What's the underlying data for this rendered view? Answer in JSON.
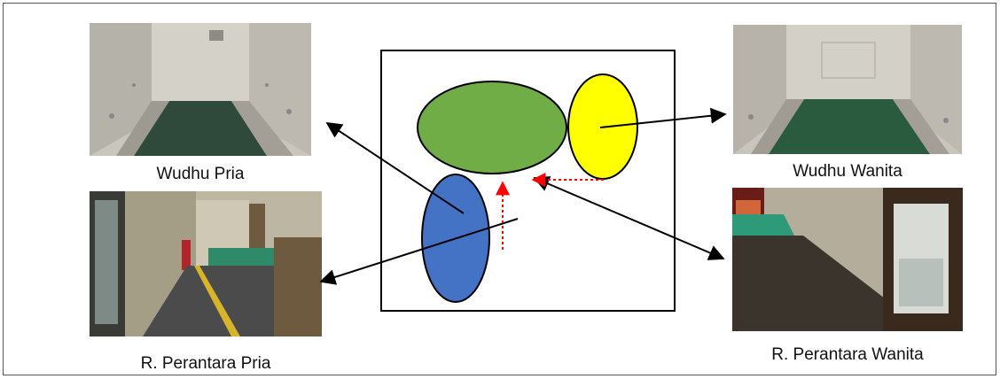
{
  "captions": {
    "wudhu_pria": "Wudhu Pria",
    "wudhu_wanita": "Wudhu Wanita",
    "perantara_pria": "R. Perantara Pria",
    "perantara_wanita": "R. Perantara Wanita"
  },
  "colors": {
    "green_area": "#70AD47",
    "yellow_area": "#FFFF00",
    "blue_area": "#4472C4",
    "arrow_solid": "#000000",
    "arrow_dotted": "#FF0000"
  }
}
